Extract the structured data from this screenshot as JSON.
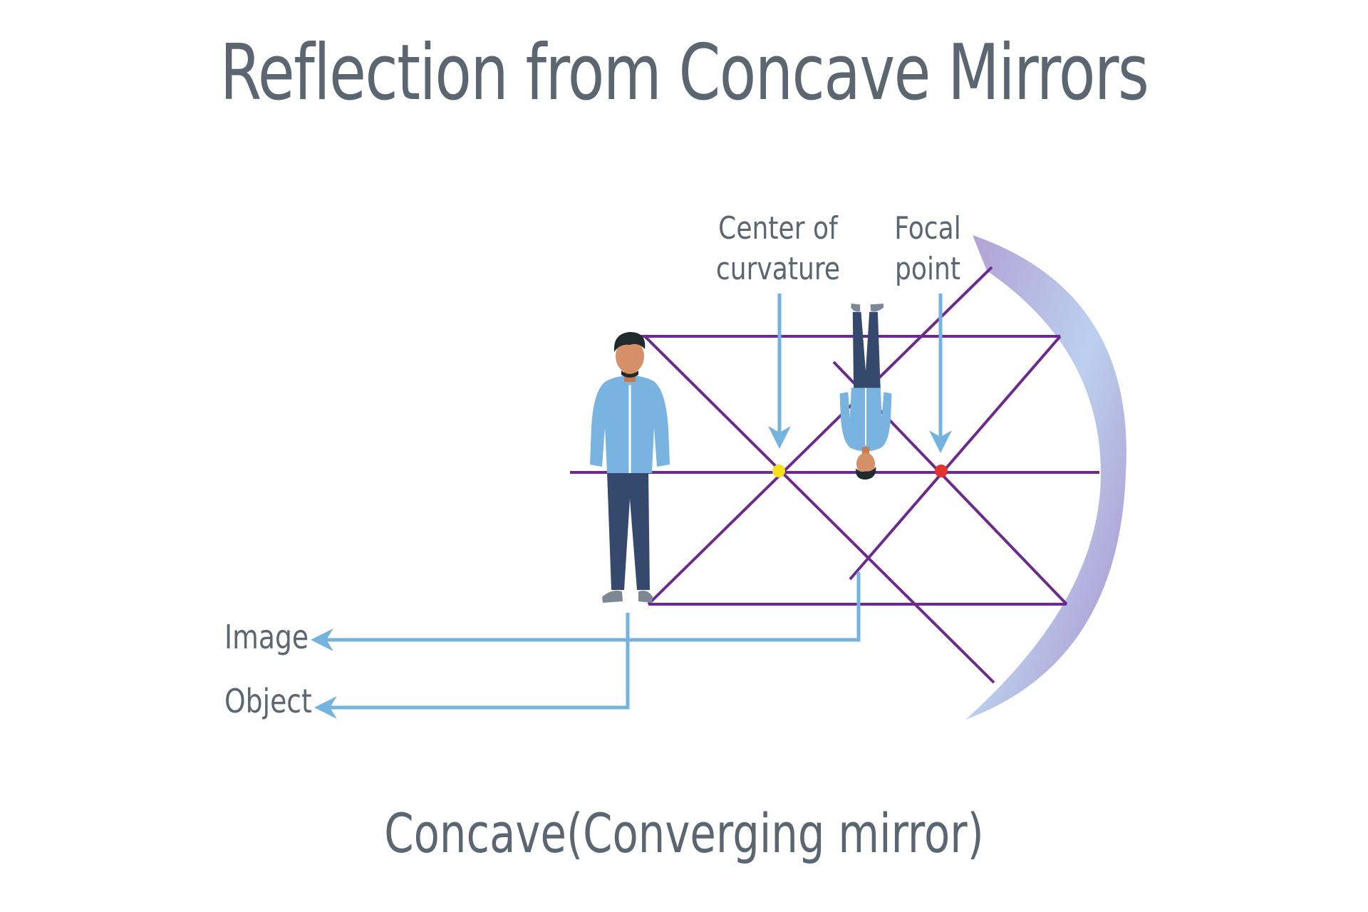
{
  "title": "Reflection from Concave Mirrors",
  "caption": "Concave(Converging mirror)",
  "labels": {
    "center_line1": "Center of",
    "center_line2": "curvature",
    "focal_line1": "Focal",
    "focal_line2": "point",
    "image": "Image",
    "object": "Object"
  },
  "colors": {
    "text": "#5b6670",
    "ray": "#6c2b8c",
    "pointer": "#73b3de",
    "center_dot": "#f4e11a",
    "focal_dot": "#e0342c",
    "mirror_light": "#bcd0ee",
    "mirror_dark": "#a98fcb"
  }
}
